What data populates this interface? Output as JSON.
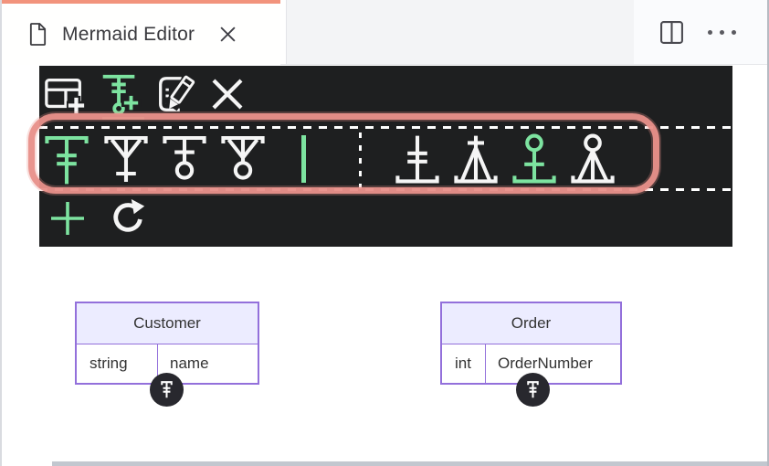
{
  "tab": {
    "title": "Mermaid Editor",
    "icons": {
      "file": "file-icon",
      "close": "close-icon"
    }
  },
  "editor_actions": {
    "icons": {
      "split": "split-editor-icon",
      "more": "more-actions-icon"
    }
  },
  "toolbar": {
    "background": "#1e1f20",
    "accent_green": "#7de3a0",
    "highlight_color": "#e8918a",
    "row1": [
      {
        "icon": "add-entity-icon",
        "active": false
      },
      {
        "icon": "add-relationship-icon",
        "active": true
      },
      {
        "icon": "edit-icon",
        "active": false
      },
      {
        "icon": "delete-x-icon",
        "active": false
      }
    ],
    "cardinality_start": [
      {
        "icon": "one-icon",
        "selected": true
      },
      {
        "icon": "one-or-many-icon",
        "selected": false
      },
      {
        "icon": "zero-or-one-icon",
        "selected": false
      },
      {
        "icon": "zero-or-many-icon",
        "selected": false
      }
    ],
    "line_style": [
      {
        "icon": "solid-line-icon",
        "selected": true
      },
      {
        "icon": "dotted-line-icon",
        "selected": false
      }
    ],
    "cardinality_end": [
      {
        "icon": "one-icon",
        "selected": false
      },
      {
        "icon": "one-or-many-icon",
        "selected": false
      },
      {
        "icon": "zero-or-one-icon",
        "selected": true
      },
      {
        "icon": "zero-or-many-icon",
        "selected": false
      }
    ],
    "row3": [
      {
        "icon": "plus-icon"
      },
      {
        "icon": "rotate-icon"
      }
    ]
  },
  "diagram": {
    "entity_header_bg": "#ECECFF",
    "entity_border": "#9370DB",
    "entities": [
      {
        "name": "Customer",
        "attributes": [
          {
            "type": "string",
            "name": "name"
          }
        ],
        "badge_icon": "cardinality-one-icon"
      },
      {
        "name": "Order",
        "attributes": [
          {
            "type": "int",
            "name": "OrderNumber"
          }
        ],
        "badge_icon": "cardinality-one-icon"
      }
    ]
  }
}
